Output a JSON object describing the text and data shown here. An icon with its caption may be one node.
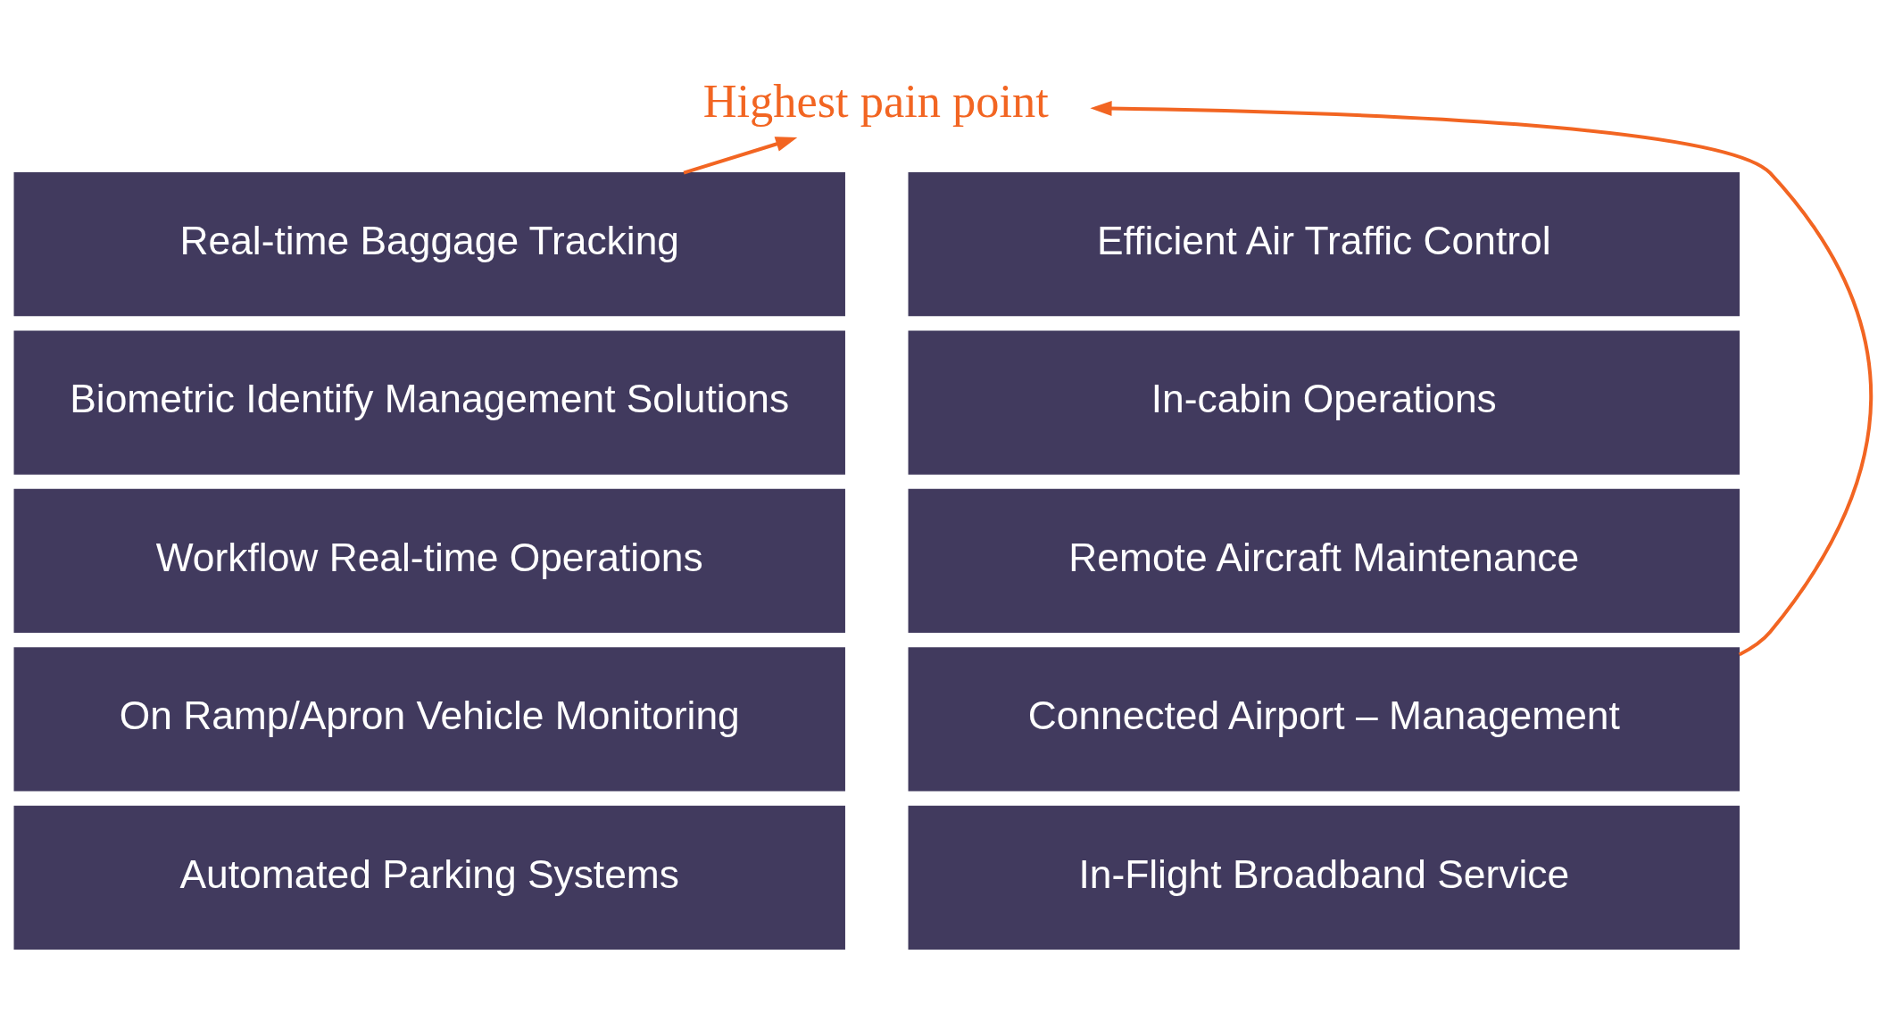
{
  "diagram": {
    "nodes": [
      {
        "text": [
          "Highest pain point"
        ]
      },
      {
        "text": [
          "Real-time Baggage Tracking"
        ]
      },
      {
        "text": [
          "Biometric Identify Management Solutions"
        ]
      },
      {
        "text": [
          "Workflow Real-time Operations"
        ]
      },
      {
        "text": [
          "On Ramp/Apron Vehicle Monitoring"
        ]
      },
      {
        "text": [
          "Automated Parking Systems"
        ]
      },
      {
        "text": [
          "Efficient Air Traffic Control"
        ]
      },
      {
        "text": [
          "In-cabin Operations"
        ]
      },
      {
        "text": [
          "Remote Aircraft Maintenance"
        ]
      },
      {
        "text": [
          "Connected Airport – Management"
        ]
      },
      {
        "text": [
          "In-Flight Broadband Service"
        ]
      }
    ],
    "edges": [
      {
        "from": 1,
        "to": 0,
        "arrow": "to",
        "color": "#f26522"
      },
      {
        "from": 9,
        "to": 0,
        "arrow": "to",
        "color": "#f26522"
      }
    ]
  }
}
